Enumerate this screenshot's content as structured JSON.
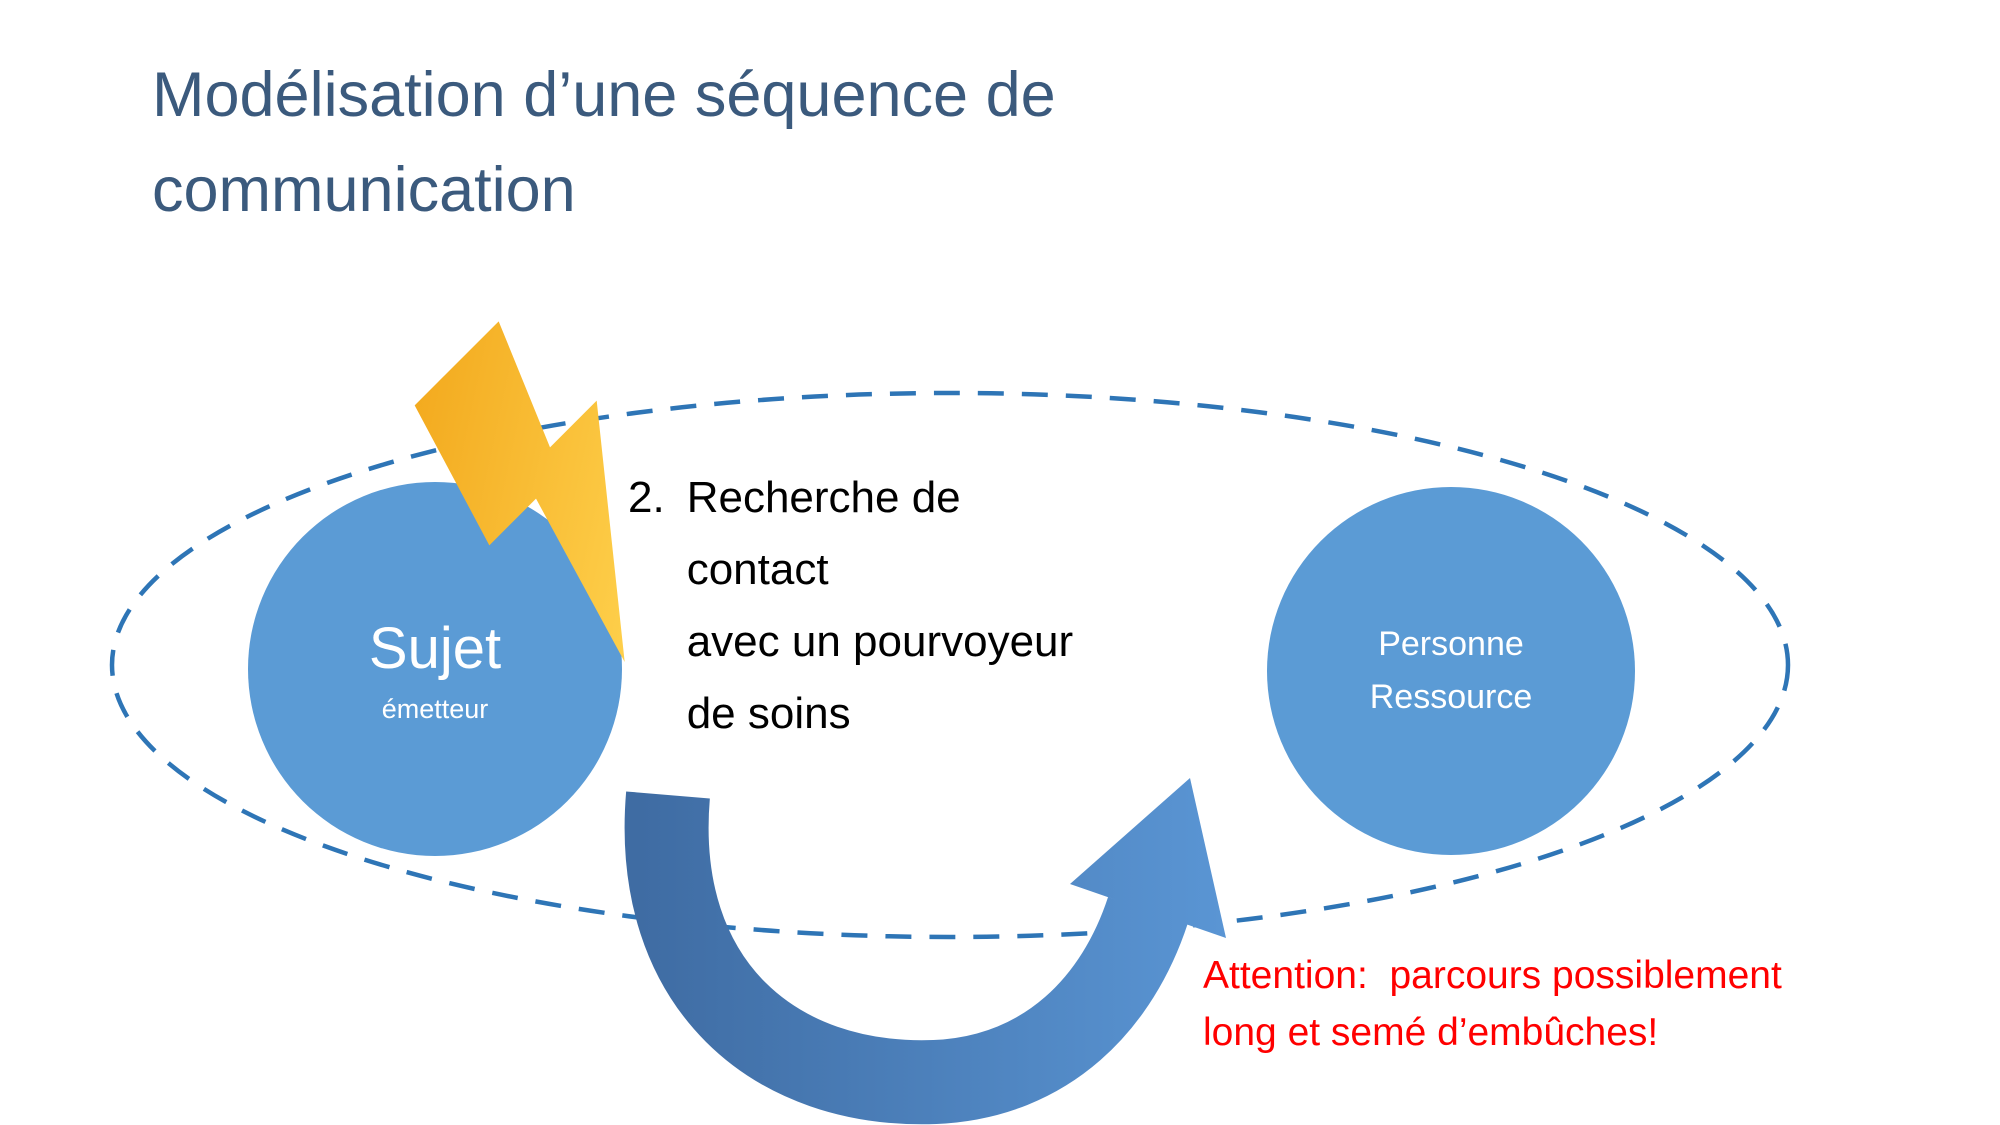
{
  "slide": {
    "title": "Modélisation d’une séquence de communication",
    "step": {
      "number": "2.",
      "lines": [
        "Recherche de",
        "contact",
        "avec un pourvoyeur",
        "de soins"
      ]
    },
    "subject": {
      "label": "Sujet",
      "sublabel": "émetteur"
    },
    "resource": {
      "line1": "Personne",
      "line2": "Ressource"
    },
    "warning": {
      "line1": "Attention:  parcours possiblement",
      "line2": "long et semé d’embûches!"
    },
    "colors": {
      "title_text": "#3b5a7d",
      "body_text": "#000000",
      "warning_text": "#ff0000",
      "node_fill": "#5b9bd5",
      "node_text": "#ffffff",
      "ellipse_stroke": "#2e75b6",
      "arrow_dark": "#3f6ca3",
      "arrow_light": "#5b97d6",
      "lightning_dark": "#f2a71b",
      "lightning_light": "#ffd34f"
    }
  }
}
